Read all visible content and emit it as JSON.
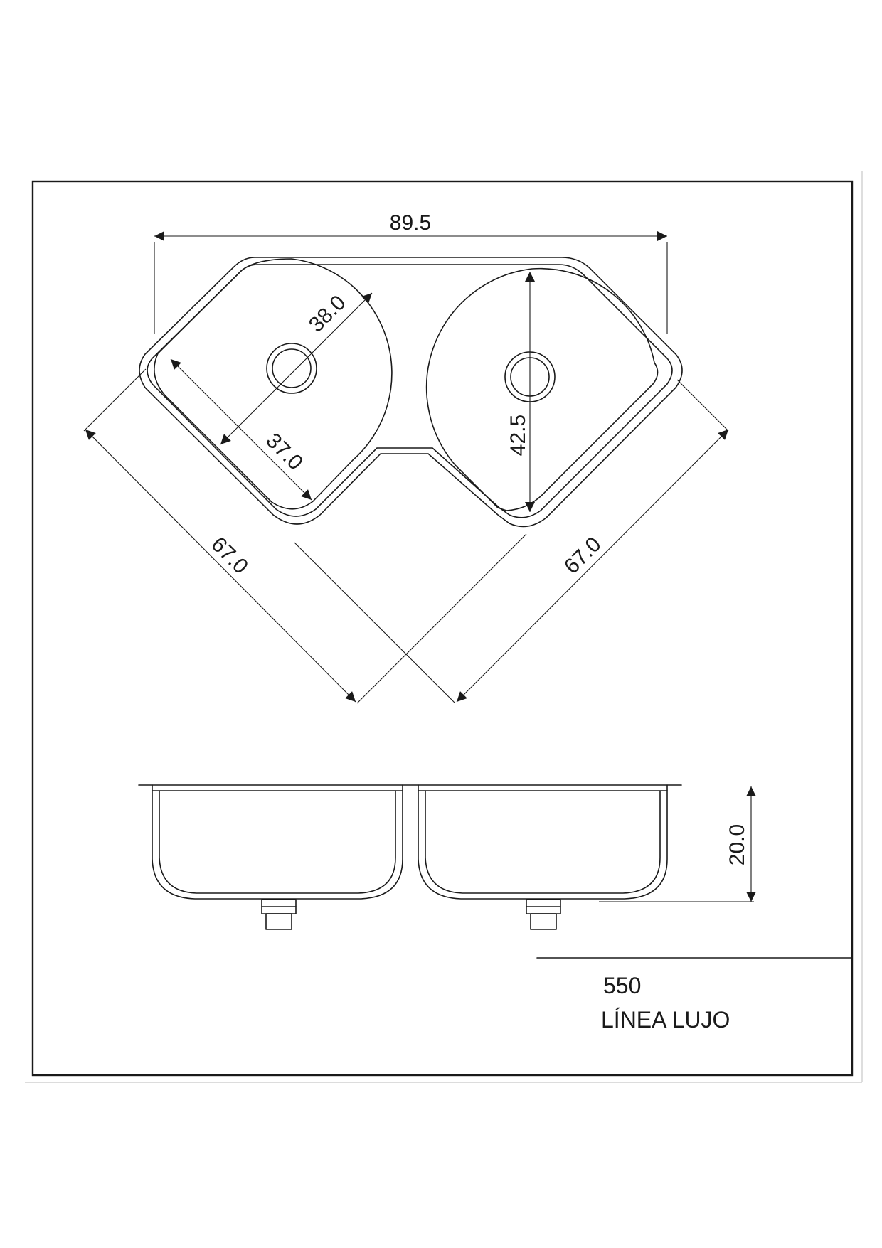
{
  "dimensions": {
    "overall_width": "89.5",
    "left_bowl_diameter": "38.0",
    "left_bowl_depth_diag": "37.0",
    "right_bowl_diameter": "42.5",
    "left_side_length": "67.0",
    "right_side_length": "67.0",
    "bowl_depth": "20.0"
  },
  "title_block": {
    "model": "550",
    "line": "LÍNEA LUJO"
  }
}
